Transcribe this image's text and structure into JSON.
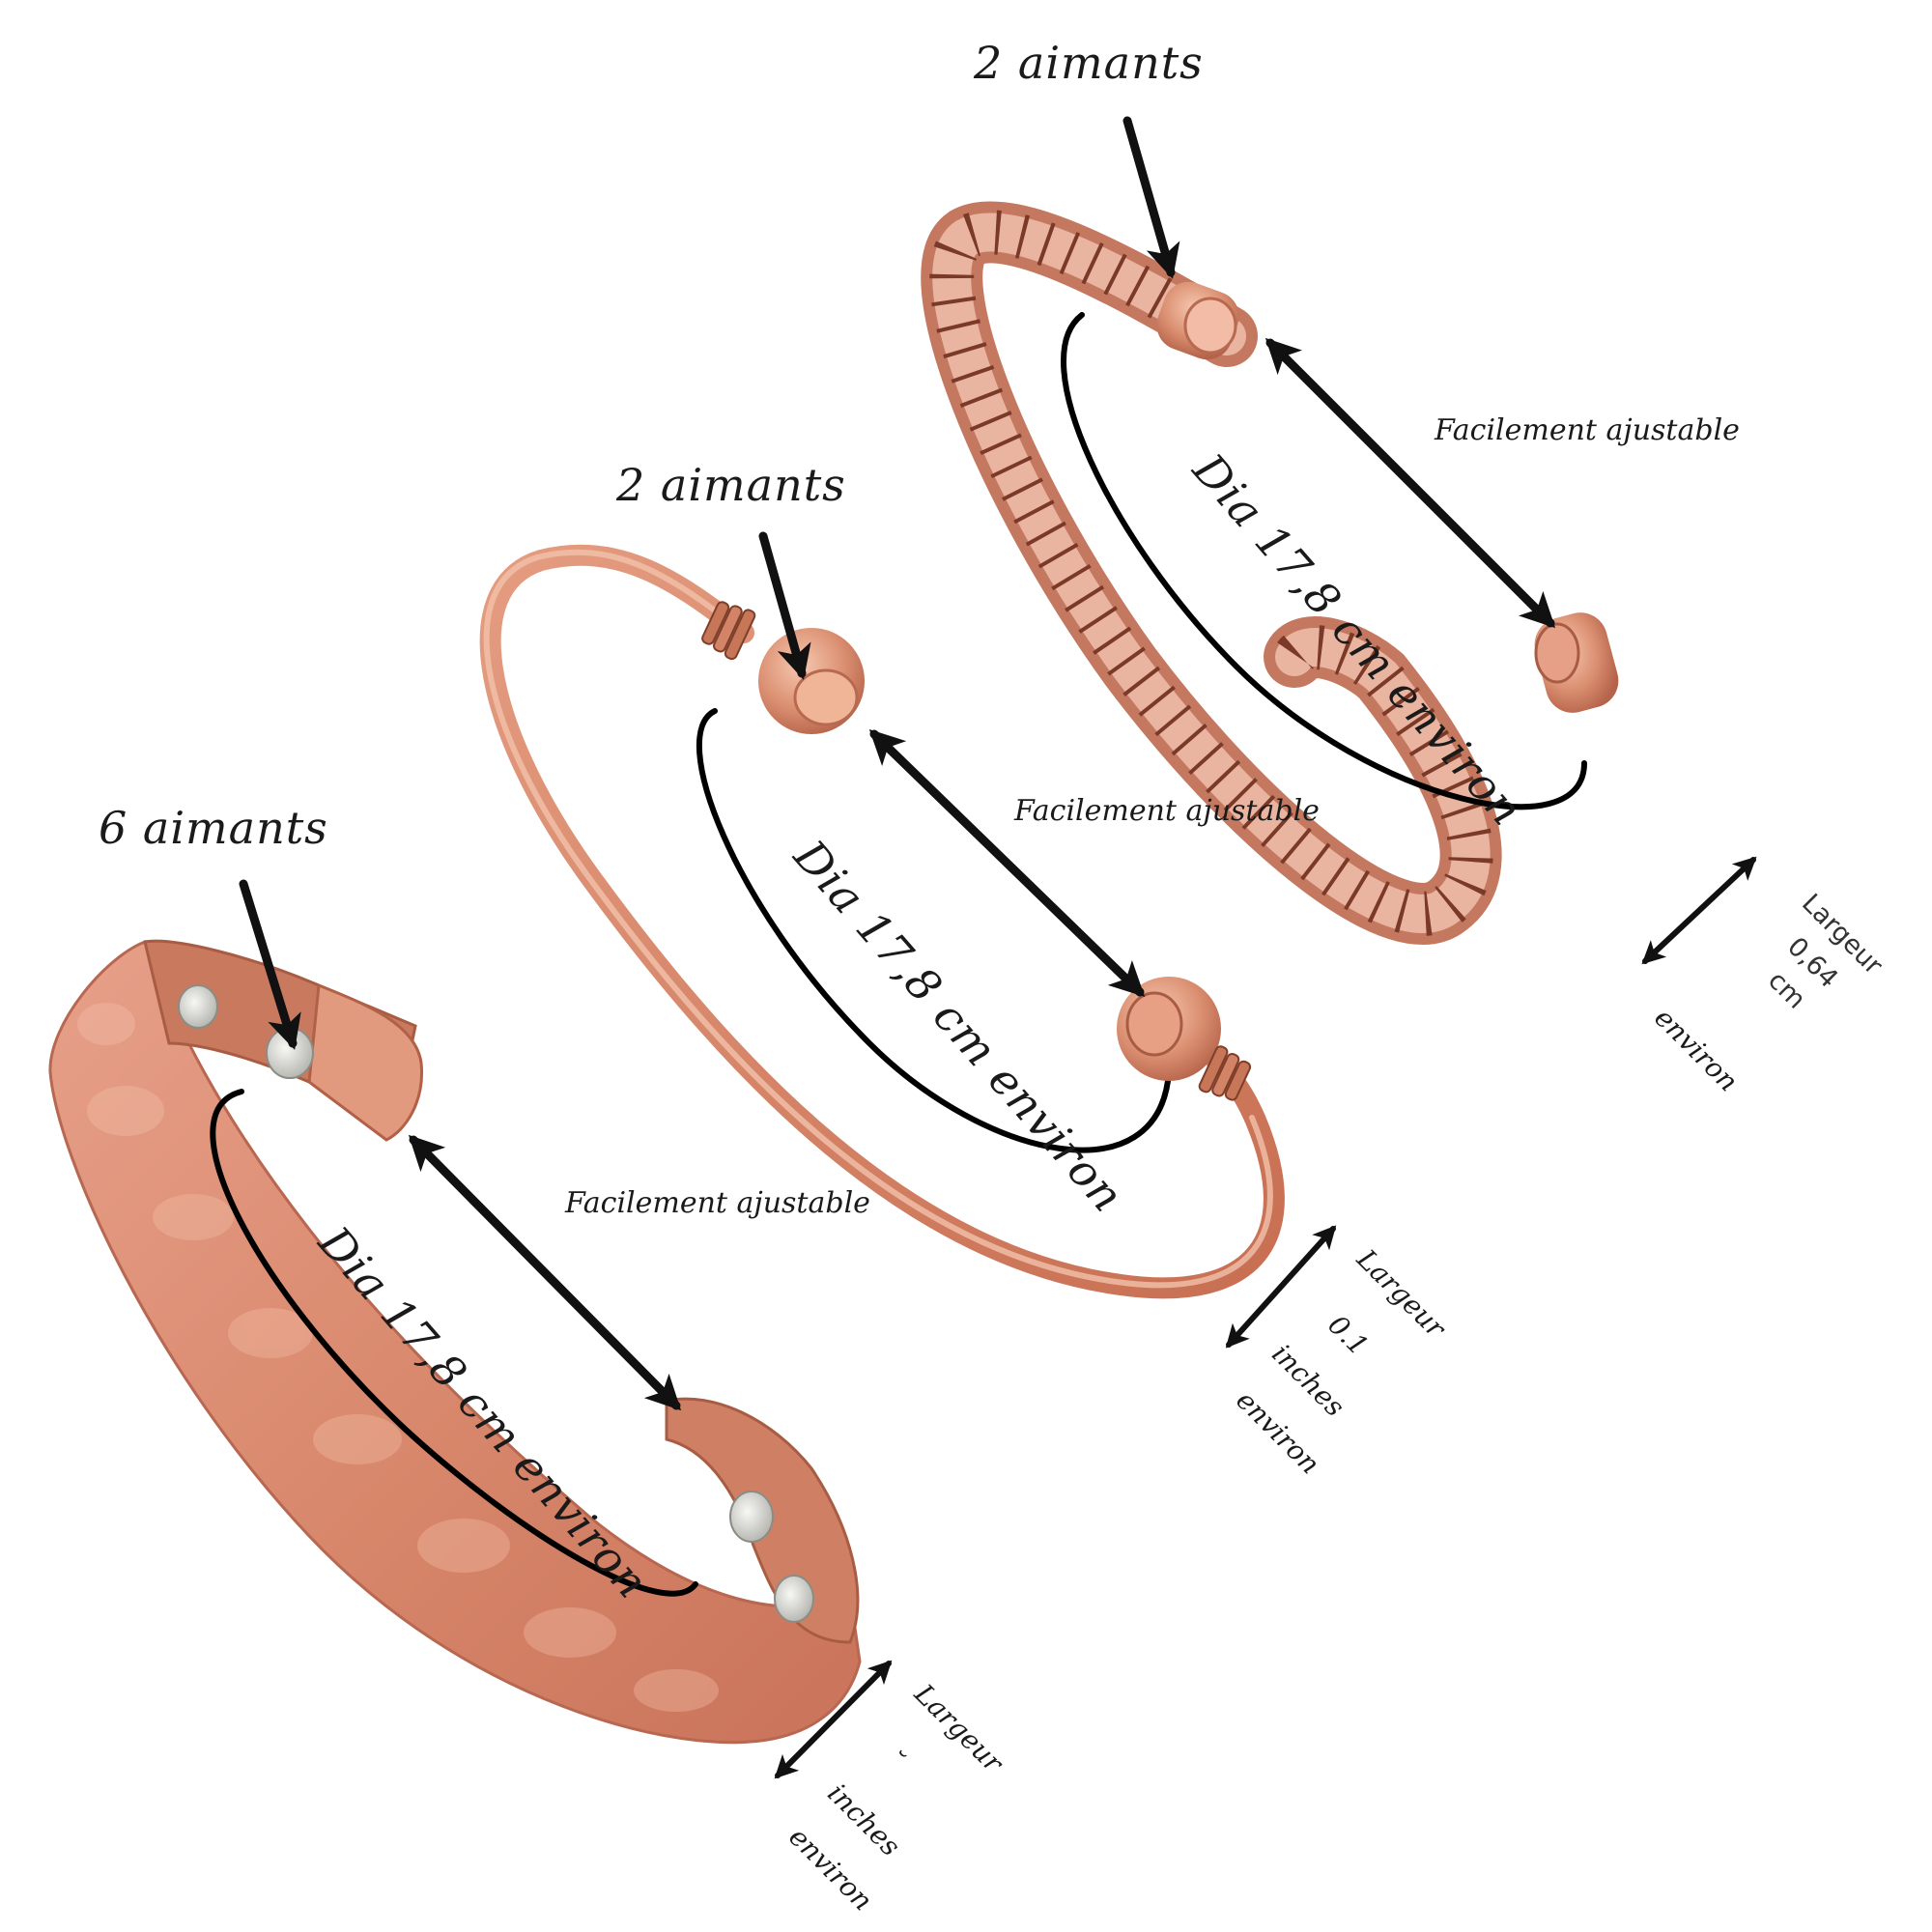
{
  "colors": {
    "copper": "#d98a6e",
    "copper_light": "#f0b59c",
    "copper_dark": "#a9573d",
    "magnet": "#d8d8d4",
    "arrow": "#111111"
  },
  "bracelets": [
    {
      "style": "hammered-cuff",
      "magnets_label": "6 aimants",
      "adjust_label": "Facilement ajustable",
      "diameter_label": "Dia 17,8 cm environ",
      "width_label_1": "Largeur",
      "width_label_2": "˘",
      "width_label_3": "inches",
      "width_label_4": "environ"
    },
    {
      "style": "plain-round-bangle",
      "magnets_label": "2 aimants",
      "adjust_label": "Facilement ajustable",
      "diameter_label": "Dia 17,8 cm environ",
      "width_label_1": "Largeur",
      "width_label_2": "0.1",
      "width_label_3": "inches",
      "width_label_4": "environ"
    },
    {
      "style": "twisted-rope-bangle",
      "magnets_label": "2 aimants",
      "adjust_label": "Facilement ajustable",
      "diameter_label": "Dia 17,8 cm environ",
      "width_label_1": "Largeur",
      "width_label_2": "0,64",
      "width_label_3": "cm",
      "width_label_4": "environ"
    }
  ]
}
